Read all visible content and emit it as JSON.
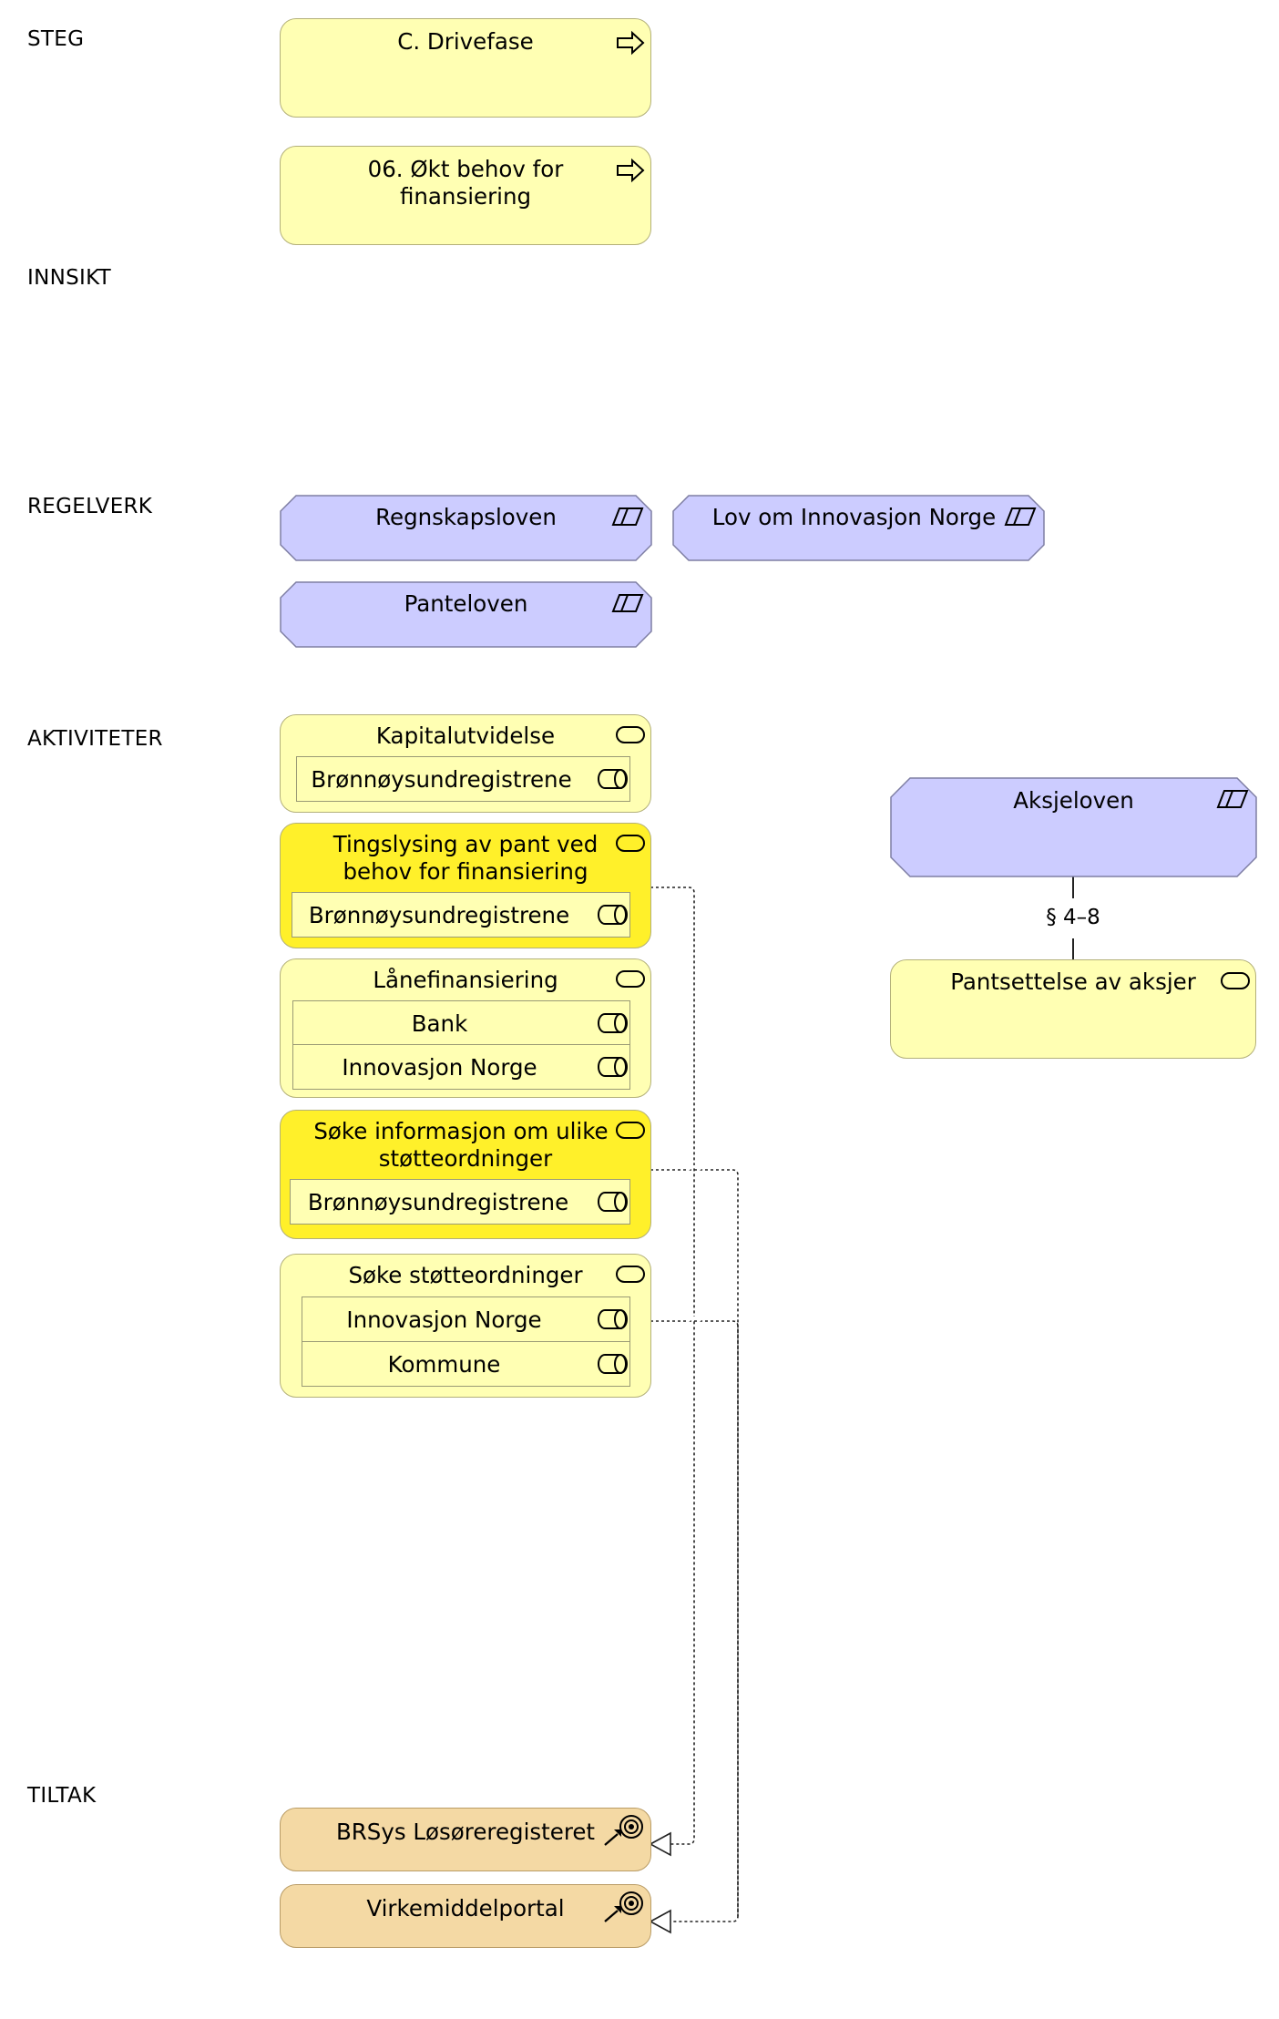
{
  "lanes": {
    "steg": "STEG",
    "innsikt": "INNSIKT",
    "regelverk": "REGELVERK",
    "aktiviteter": "AKTIVITETER",
    "tiltak": "TILTAK"
  },
  "steps": {
    "phase": "C. Drivefase",
    "step_line1": "06. Økt behov for",
    "step_line2": "finansiering"
  },
  "laws": {
    "regnskap": "Regnskapsloven",
    "innovasjon": "Lov om Innovasjon Norge",
    "pante": "Panteloven",
    "aksje": "Aksjeloven"
  },
  "activities": {
    "kapital": {
      "title": "Kapitalutvidelse",
      "actors": [
        "Brønnøysundregistrene"
      ]
    },
    "tingslysing": {
      "title_line1": "Tingslysing av pant ved",
      "title_line2": "behov for finansiering",
      "actors": [
        "Brønnøysundregistrene"
      ]
    },
    "lane": {
      "title": "Lånefinansiering",
      "actors": [
        "Bank",
        "Innovasjon Norge"
      ]
    },
    "sokeinfo": {
      "title_line1": "Søke informasjon om ulike",
      "title_line2": "støtteordninger",
      "actors": [
        "Brønnøysundregistrene"
      ]
    },
    "sokestotte": {
      "title": "Søke støtteordninger",
      "actors": [
        "Innovasjon Norge",
        "Kommune"
      ]
    },
    "pantsettelse": {
      "title": "Pantsettelse av aksjer"
    }
  },
  "relation_label": "§ 4–8",
  "measures": {
    "brsys": "BRSys Løsøreregisteret",
    "virkemiddel": "Virkemiddelportal"
  },
  "colors": {
    "step_fill": "#ffffb3",
    "activity_fill": "#ffffb3",
    "activity_highlight": "#fff02a",
    "law_fill": "#ccccff",
    "measure_fill": "#f4d9a4"
  },
  "icons": {
    "step": "process-arrow-icon",
    "law": "representation-icon",
    "activity": "service-icon",
    "actor_role": "role-icon",
    "measure": "goal-target-icon"
  }
}
